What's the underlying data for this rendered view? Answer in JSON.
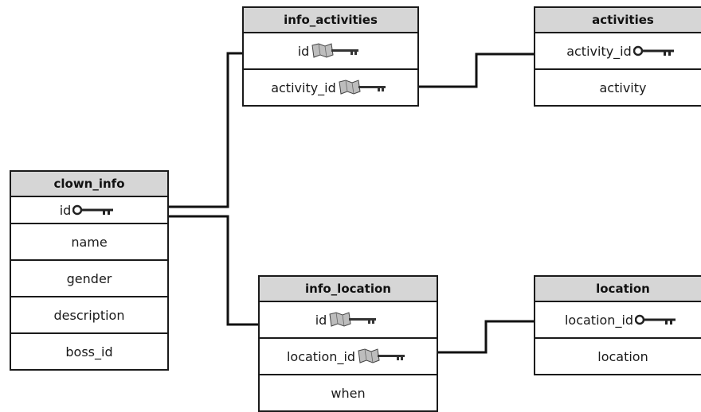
{
  "tables": {
    "clown_info": {
      "title": "clown_info",
      "columns": [
        "id",
        "name",
        "gender",
        "description",
        "boss_id"
      ],
      "primary_key": "id"
    },
    "info_activities": {
      "title": "info_activities",
      "columns": [
        "id",
        "activity_id"
      ],
      "foreign_keys": [
        "id",
        "activity_id"
      ]
    },
    "activities": {
      "title": "activities",
      "columns": [
        "activity_id",
        "activity"
      ],
      "primary_key": "activity_id"
    },
    "info_location": {
      "title": "info_location",
      "columns": [
        "id",
        "location_id",
        "when"
      ],
      "foreign_keys": [
        "id",
        "location_id"
      ]
    },
    "location": {
      "title": "location",
      "columns": [
        "location_id",
        "location"
      ],
      "primary_key": "location_id"
    }
  },
  "relationships": [
    {
      "from": "clown_info.id",
      "to": "info_activities.id"
    },
    {
      "from": "clown_info.id",
      "to": "info_location.id"
    },
    {
      "from": "activities.activity_id",
      "to": "info_activities.activity_id"
    },
    {
      "from": "location.location_id",
      "to": "info_location.location_id"
    }
  ],
  "icons": {
    "primary_key": "key-icon",
    "foreign_key": "map-key-icon"
  },
  "colors": {
    "header_bg": "#d6d6d6",
    "border": "#1a1a1a",
    "line": "#111111"
  }
}
